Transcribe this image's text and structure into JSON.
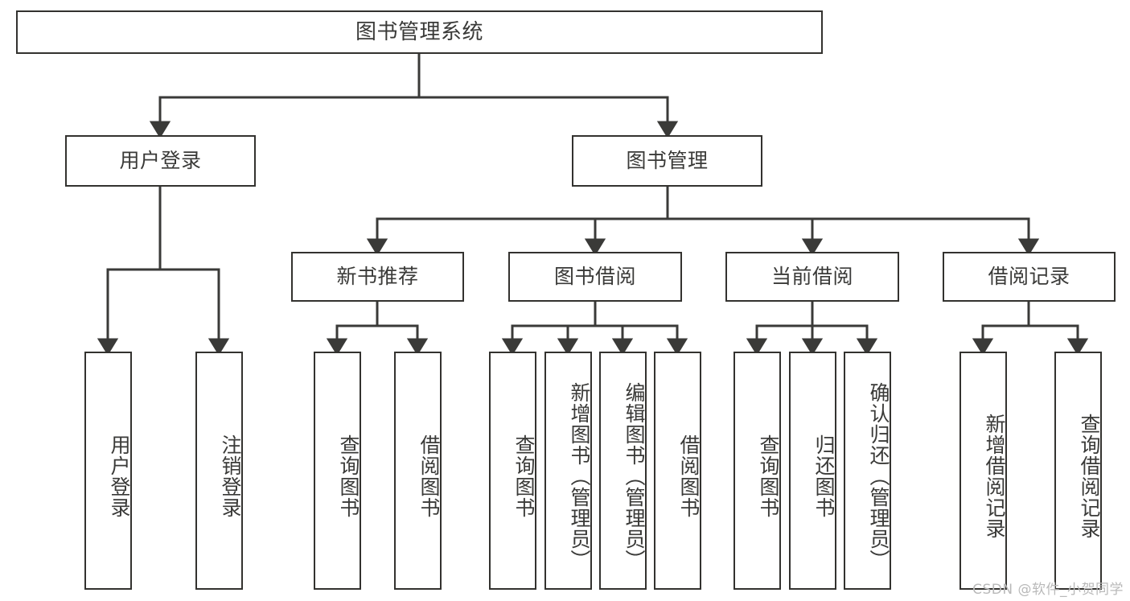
{
  "diagram": {
    "title": "图书管理系统",
    "type": "tree-hierarchy",
    "watermark": "CSDN @软件_小贺同学",
    "colors": {
      "box_border": "#33322f",
      "box_fill": "#ffffff",
      "connector": "#3a3a38",
      "text": "#3a3a38",
      "watermark": "#b9b9b9",
      "background": "#ffffff"
    },
    "nodes": {
      "root": {
        "label": "图书管理系统"
      },
      "level2": [
        {
          "id": "user-login",
          "label": "用户登录"
        },
        {
          "id": "book-manage",
          "label": "图书管理"
        }
      ],
      "level3": [
        {
          "id": "new-book-recommend",
          "label": "新书推荐"
        },
        {
          "id": "book-borrow",
          "label": "图书借阅"
        },
        {
          "id": "current-borrow",
          "label": "当前借阅"
        },
        {
          "id": "borrow-record",
          "label": "借阅记录"
        }
      ],
      "leaves": {
        "user_login": [
          {
            "id": "leaf-user-login",
            "label": "用户登录"
          },
          {
            "id": "leaf-logout-login",
            "label": "注销登录"
          }
        ],
        "new_book_recommend": [
          {
            "id": "leaf-query-book-1",
            "label": "查询图书"
          },
          {
            "id": "leaf-borrow-book-1",
            "label": "借阅图书"
          }
        ],
        "book_borrow": [
          {
            "id": "leaf-query-book-2",
            "label": "查询图书"
          },
          {
            "id": "leaf-add-book",
            "label": "新增图书（管理员）"
          },
          {
            "id": "leaf-edit-book",
            "label": "编辑图书（管理员）"
          },
          {
            "id": "leaf-borrow-book-2",
            "label": "借阅图书"
          }
        ],
        "current_borrow": [
          {
            "id": "leaf-query-book-3",
            "label": "查询图书"
          },
          {
            "id": "leaf-return-book",
            "label": "归还图书"
          },
          {
            "id": "leaf-confirm-return",
            "label": "确认归还（管理员）"
          }
        ],
        "borrow_record": [
          {
            "id": "leaf-add-record",
            "label": "新增借阅记录"
          },
          {
            "id": "leaf-query-record",
            "label": "查询借阅记录"
          }
        ]
      }
    }
  }
}
